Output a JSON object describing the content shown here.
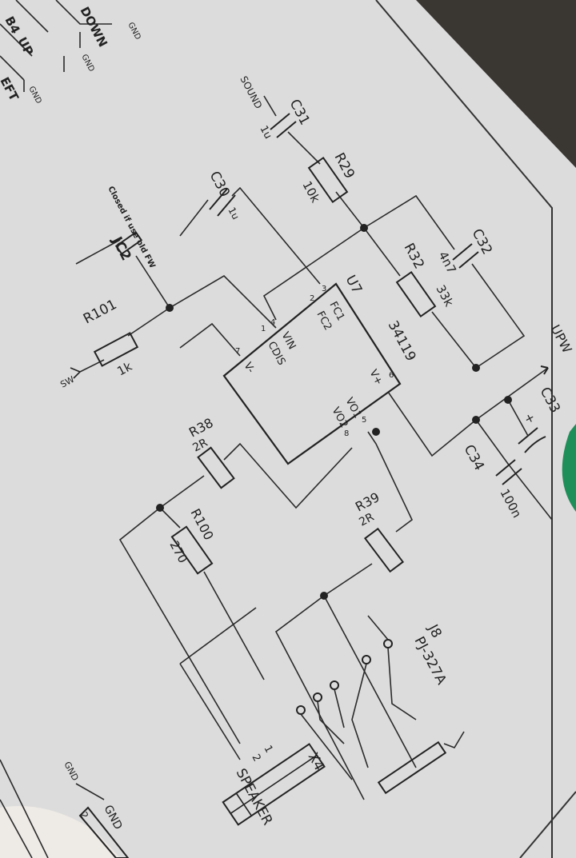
{
  "colors": {
    "paper": "#dcdcdc",
    "ink": "#222222",
    "desk": "#3a3632",
    "green": "#1f8f5a"
  },
  "top_left": {
    "down": "DOWN",
    "b4": "B4",
    "up": "UP",
    "eft": "EFT",
    "gnd1": "GND",
    "gnd2": "GND",
    "gnd3": "GND"
  },
  "sound": {
    "net": "SOUND",
    "name": "C31",
    "value": "1u"
  },
  "r29": {
    "name": "R29",
    "value": "10k"
  },
  "c30": {
    "name": "C30",
    "value": "1u"
  },
  "c32": {
    "name": "C32",
    "value": "4n7"
  },
  "r32": {
    "name": "R32",
    "value": "33k"
  },
  "jc2": {
    "name": "JC2",
    "note": "Closed if use old FW"
  },
  "r101": {
    "name": "R101",
    "value": "1k",
    "net": "SW"
  },
  "u7": {
    "name": "U7",
    "part": "34119",
    "pins": {
      "fc1": "FC1",
      "fc2": "FC2",
      "vin": "VIN",
      "cdis": "CDIS",
      "vminus": "V-",
      "vplus": "V+",
      "vo1": "VO1",
      "vo2": "VO2"
    },
    "pin_numbers": {
      "p3": "3",
      "p2": "2",
      "p4": "4",
      "p1": "1",
      "p7": "7",
      "p6": "6",
      "p5": "5",
      "p8": "8"
    }
  },
  "upw": {
    "net": "UPW"
  },
  "c33": {
    "name": "C33",
    "plus": "+"
  },
  "c34": {
    "name": "C34",
    "value": "100n"
  },
  "r38": {
    "name": "R38",
    "value": "2R"
  },
  "r100": {
    "name": "R100",
    "value": "270"
  },
  "r39": {
    "name": "R39",
    "value": "2R"
  },
  "j8": {
    "name": "J8",
    "part": "PJ-327A"
  },
  "x4": {
    "name": "X4",
    "pin1": "1",
    "pin2": "2",
    "label": "SPEAKER"
  },
  "bottom_left": {
    "gnd_net": "GND",
    "gnd_box": "GND",
    "pin": "2"
  }
}
